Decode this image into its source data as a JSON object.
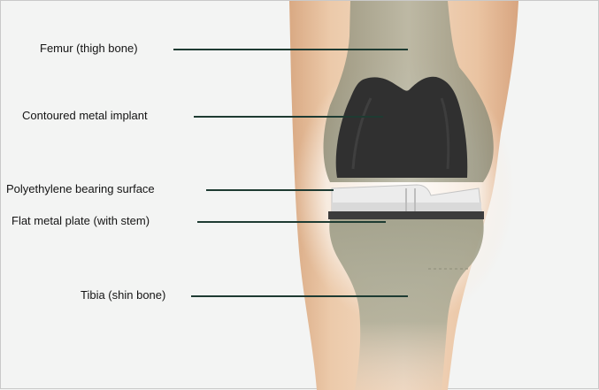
{
  "labels": {
    "femur": "Femur (thigh bone)",
    "implant": "Contoured metal implant",
    "polyethylene": "Polyethylene bearing surface",
    "plate": "Flat metal plate (with stem)",
    "tibia": "Tibia (shin bone)"
  },
  "colors": {
    "background": "#f3f4f3",
    "skin": "#e7c3a3",
    "bone": "#a7a691",
    "metal_implant": "#303030",
    "polyethylene": "#ededed",
    "leader_line": "#1e3b32"
  }
}
